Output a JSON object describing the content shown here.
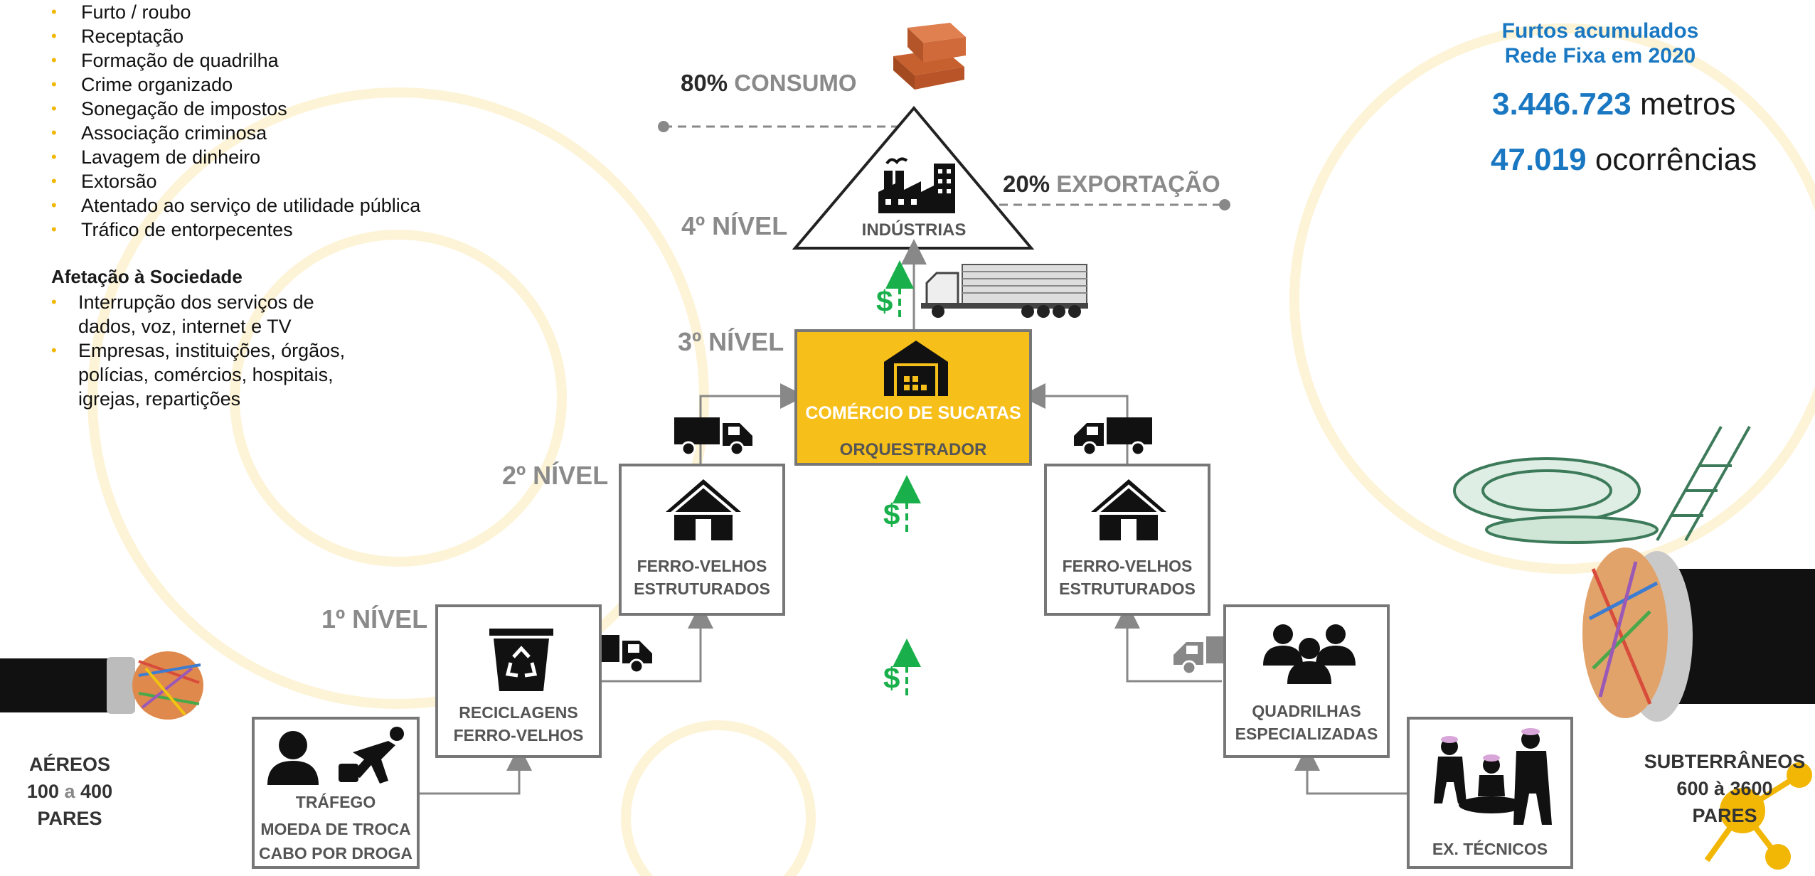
{
  "crimes": [
    "Furto / roubo",
    "Receptação",
    "Formação de quadrilha",
    "Crime organizado",
    "Sonegação de impostos",
    "Associação criminosa",
    "Lavagem de dinheiro",
    "Extorsão",
    "Atentado ao serviço de utilidade pública",
    "Tráfico de entorpecentes"
  ],
  "society": {
    "title": "Afetação à Sociedade",
    "items": [
      "Interrupção dos serviços de dados, voz, internet e TV",
      "Empresas, instituições, órgãos, polícias, comércios, hospitais, igrejas, repartições"
    ]
  },
  "stats": {
    "title_line1": "Furtos acumulados",
    "title_line2": "Rede Fixa em 2020",
    "meters_value": "3.446.723",
    "meters_unit": "metros",
    "occurrences_value": "47.019",
    "occurrences_unit": "ocorrências"
  },
  "flows": {
    "consumo_pct": "80%",
    "consumo_label": "CONSUMO",
    "export_pct": "20%",
    "export_label": "EXPORTAÇÃO",
    "money": "$"
  },
  "levels": {
    "l1": "1º NÍVEL",
    "l2": "2º NÍVEL",
    "l3": "3º NÍVEL",
    "l4": "4º NÍVEL"
  },
  "nodes": {
    "industrias": "INDÚSTRIAS",
    "comercio": "COMÉRCIO DE SUCATAS",
    "orquestrador": "ORQUESTRADOR",
    "ferro_left_1": "FERRO-VELHOS",
    "ferro_left_2": "ESTRUTURADOS",
    "ferro_right_1": "FERRO-VELHOS",
    "ferro_right_2": "ESTRUTURADOS",
    "recic_1": "RECICLAGENS",
    "recic_2": "FERRO-VELHOS",
    "quad_1": "QUADRILHAS",
    "quad_2": "ESPECIALIZADAS",
    "trafego_1": "TRÁFEGO",
    "trafego_2": "MOEDA DE TROCA",
    "trafego_3": "CABO POR DROGA",
    "tecnicos": "EX. TÉCNICOS"
  },
  "cables": {
    "aereos_1": "AÉREOS",
    "aereos_2a": "100",
    "aereos_2b": "a",
    "aereos_2c": "400",
    "aereos_3": "PARES",
    "sub_1": "SUBTERRÂNEOS",
    "sub_2": "600 à 3600",
    "sub_3": "PARES"
  },
  "colors": {
    "accent": "#f2b705",
    "money": "#19b04b",
    "blue": "#1a78c2",
    "level": "#8a8a8a",
    "box_border": "#777777"
  }
}
